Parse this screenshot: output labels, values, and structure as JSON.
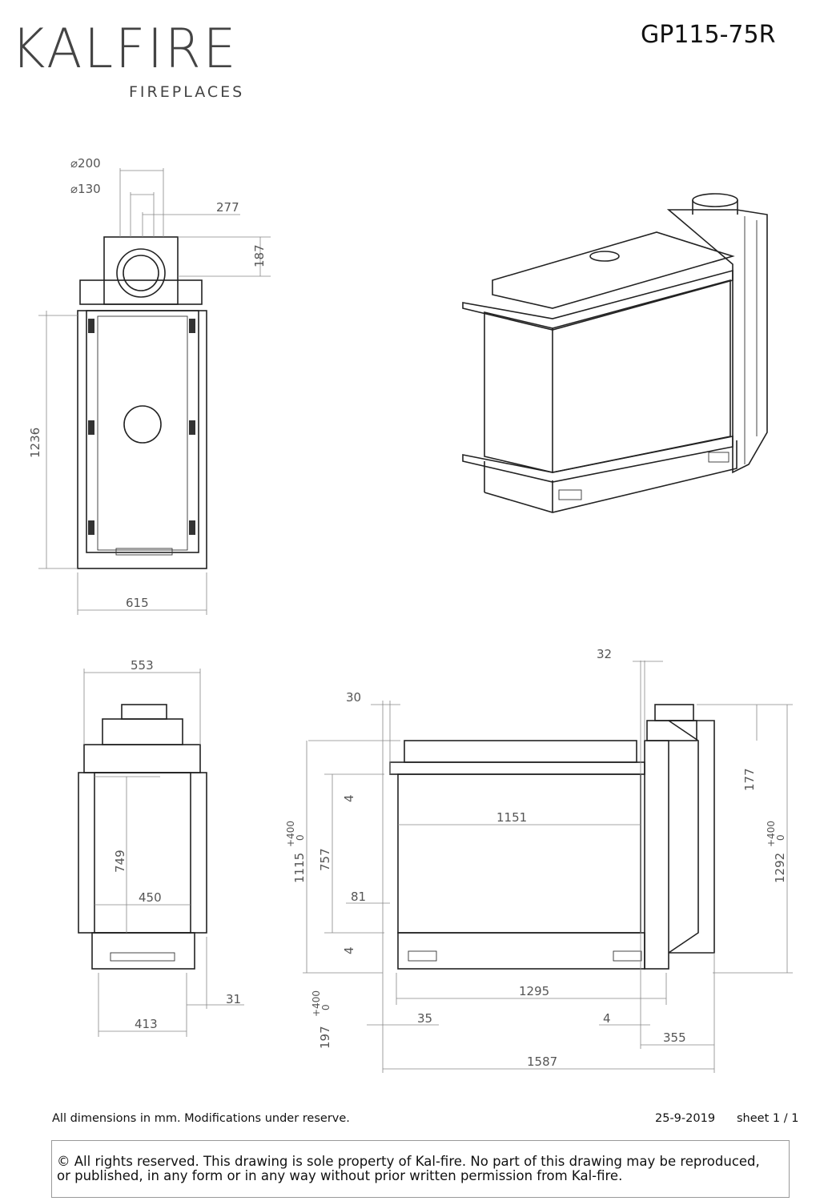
{
  "header": {
    "brand": "KALFIRE",
    "brand_sub": "FIREPLACES",
    "model": "GP115-75R"
  },
  "top_view": {
    "d_flue_outer": "⌀200",
    "d_flue_inner": "⌀130",
    "flue_offset": "277",
    "flue_depth": "187",
    "depth": "1236",
    "width": "615"
  },
  "front_view": {
    "width_top": "553",
    "glass_height": "749",
    "glass_width": "450",
    "base_width": "413",
    "base_offset": "31"
  },
  "side_view": {
    "offset_30": "30",
    "offset_32": "32",
    "height_1115": "1115",
    "tol_1115_plus": "+400",
    "tol_1115_zero": "0",
    "height_757": "757",
    "gap_top": "4",
    "gap_bottom": "4",
    "glass_width": "1151",
    "offset_81": "81",
    "base_width": "1295",
    "offset_35": "35",
    "offset_4": "4",
    "side_depth": "355",
    "total_width": "1587",
    "flue_height": "177",
    "height_1292": "1292",
    "tol_1292_plus": "+400",
    "tol_1292_zero": "0",
    "height_197": "197",
    "tol_197_plus": "+400",
    "tol_197_zero": "0"
  },
  "footer": {
    "note": "All dimensions in mm. Modifications under reserve.",
    "date": "25-9-2019",
    "sheet": "sheet 1 / 1",
    "copyright_line1": "© All rights reserved. This drawing is sole property of Kal-fire. No part of this drawing may be reproduced,",
    "copyright_line2": "or published, in any form or in any way without prior written permission from Kal-fire."
  }
}
